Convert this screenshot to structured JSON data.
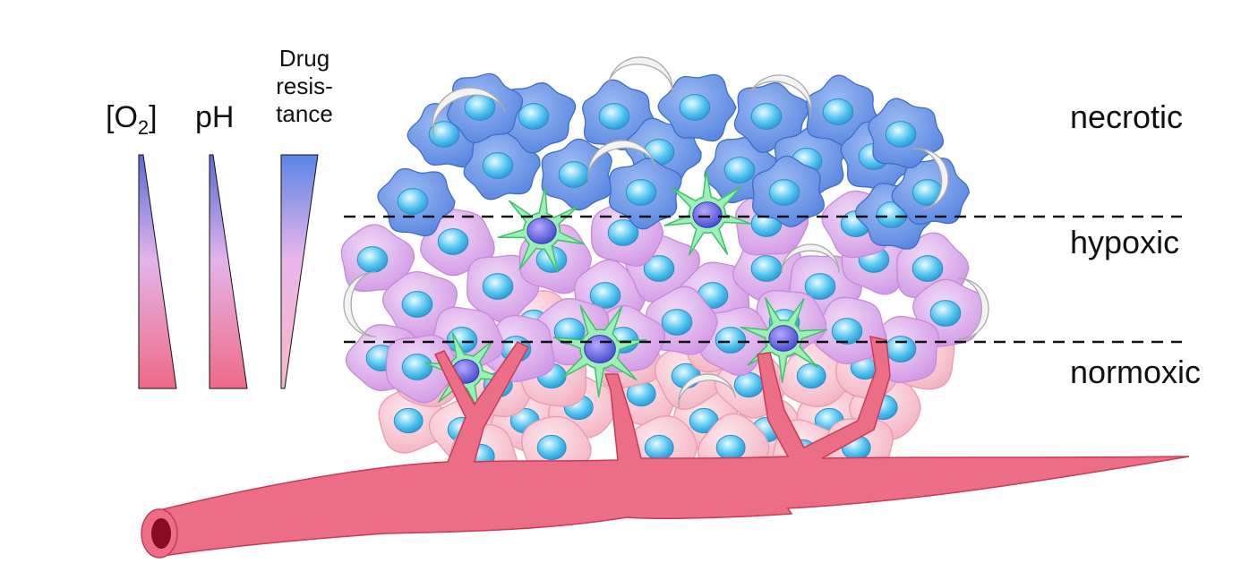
{
  "gradients": [
    {
      "id": "o2",
      "label_main": "[O",
      "label_sub": "2",
      "label_end": "]",
      "direction": "down-widening",
      "top_color": "#5b6bd6",
      "mid_color": "#e3b4ea",
      "bottom_color": "#ef6a86"
    },
    {
      "id": "ph",
      "label": "pH",
      "direction": "down-widening",
      "top_color": "#5b6bd6",
      "mid_color": "#e3b4ea",
      "bottom_color": "#ef6a86"
    },
    {
      "id": "drug",
      "label_lines": [
        "Drug",
        "resis-",
        "tance"
      ],
      "direction": "up-widening",
      "top_color": "#5a85e6",
      "mid_color": "#eab6ea",
      "bottom_color": "#f4b8c8"
    }
  ],
  "zones": [
    {
      "id": "necrotic",
      "label": "necrotic"
    },
    {
      "id": "hypoxic",
      "label": "hypoxic"
    },
    {
      "id": "normoxic",
      "label": "normoxic"
    }
  ],
  "colors": {
    "necrotic_cell": "#6a93e6",
    "hypoxic_cell": "#dba8ea",
    "normoxic_cell": "#f7c4cf",
    "nucleus": "#4fc2ef",
    "macrophage": "#93eeb0",
    "macrophage_nucleus": "#4e55d8",
    "vessel": "#ec6d86",
    "vessel_lumen": "#8a0a22",
    "dead_cell": "#f2f2f2"
  }
}
